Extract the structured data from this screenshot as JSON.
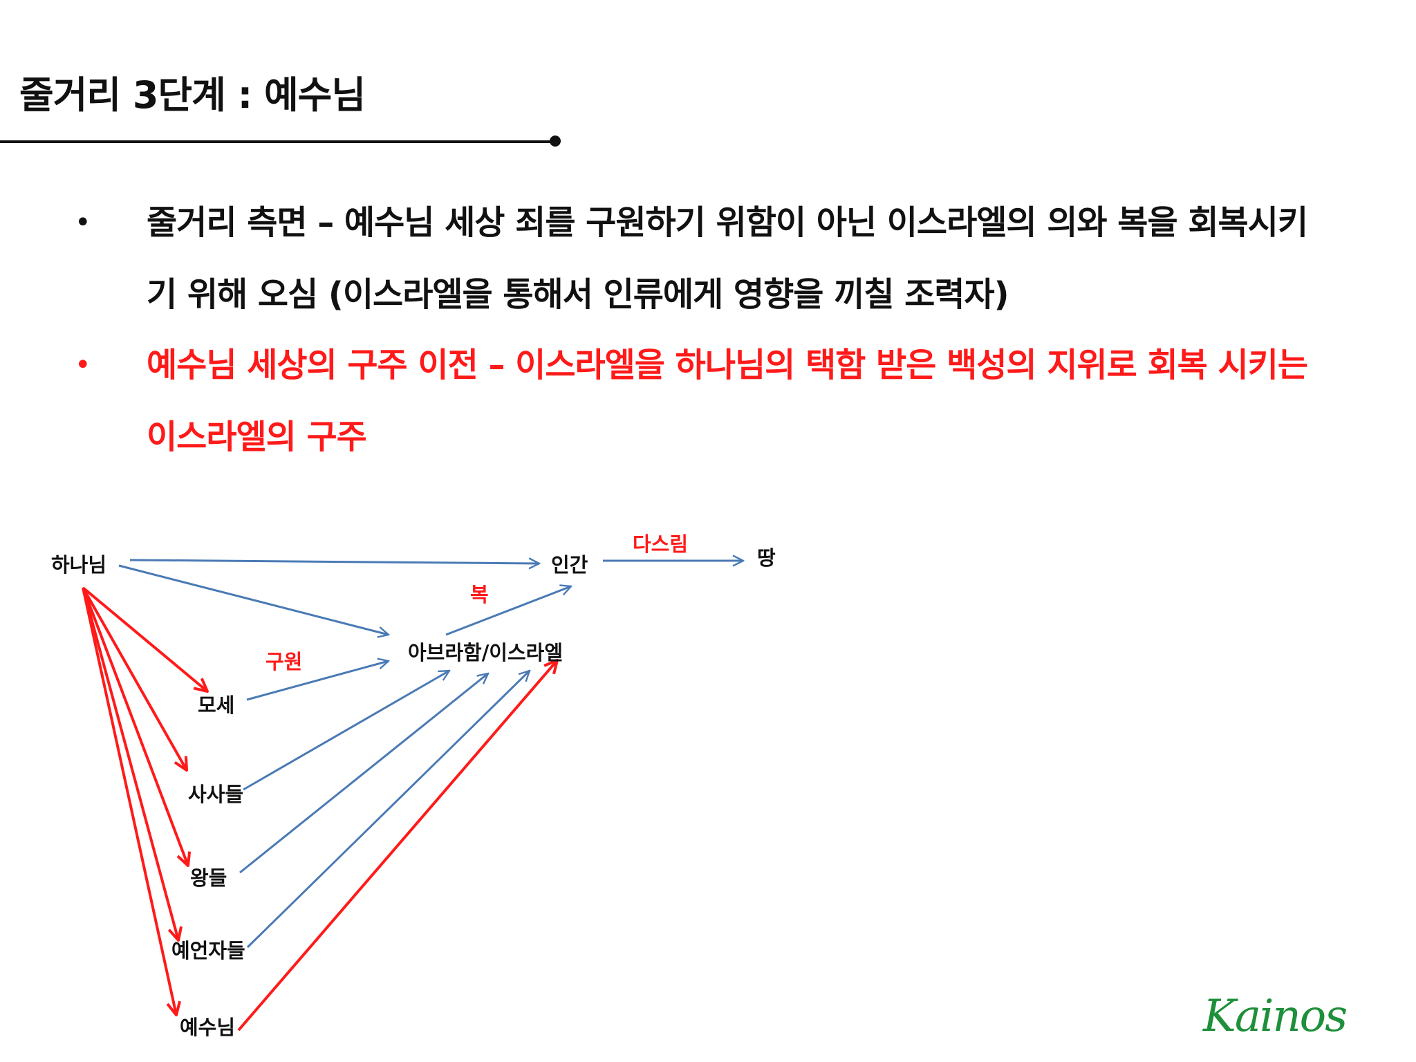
{
  "slide": {
    "title": "줄거리 3단계 : 예수님",
    "bullets": [
      {
        "marker": "•",
        "text": "줄거리 측면 – 예수님 세상 죄를 구원하기 위함이 아닌 이스라엘의 의와 복을 회복시키기 위해 오심 (이스라엘을 통해서 인류에게 영향을 끼칠 조력자)",
        "color": "#111111"
      },
      {
        "marker": "•",
        "text": "예수님 세상의 구주 이전 – 이스라엘을 하나님의 택함 받은 백성의 지위로 회복 시키는 이스라엘의 구주",
        "color": "#ff1a1a"
      }
    ]
  },
  "diagram": {
    "nodes": {
      "god": "하나님",
      "human": "인간",
      "land": "땅",
      "israel": "아브라함/이스라엘",
      "moses": "모세",
      "judges": "사사들",
      "kings": "왕들",
      "prophets": "예언자들",
      "jesus": "예수님"
    },
    "edge_labels": {
      "rule": "다스림",
      "blessing": "복",
      "salvation": "구원"
    },
    "colors": {
      "blue": "#4a7ab5",
      "red": "#ff1a1a"
    }
  },
  "logo": {
    "text": "Kainos",
    "color": "#1e8f3a"
  }
}
